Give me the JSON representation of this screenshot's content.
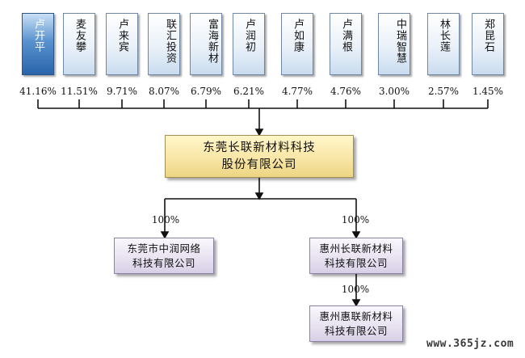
{
  "shareholders": [
    {
      "name": "卢开平",
      "pct": "41.16%"
    },
    {
      "name": "麦友攀",
      "pct": "11.51%"
    },
    {
      "name": "卢来宾",
      "pct": "9.71%"
    },
    {
      "name": "联汇投资",
      "pct": "8.07%"
    },
    {
      "name": "富海新材",
      "pct": "6.79%"
    },
    {
      "name": "卢润初",
      "pct": "6.21%"
    },
    {
      "name": "卢如康",
      "pct": "4.77%"
    },
    {
      "name": "卢满根",
      "pct": "4.76%"
    },
    {
      "name": "中瑞智慧",
      "pct": "3.00%"
    },
    {
      "name": "林长莲",
      "pct": "2.57%"
    },
    {
      "name": "郑昆石",
      "pct": "1.45%"
    }
  ],
  "parent": {
    "line1": "东莞长联新材料科技",
    "line2": "股份有限公司"
  },
  "subsidiaries": [
    {
      "line1": "东莞市中润网络",
      "line2": "科技有限公司",
      "pct": "100%"
    },
    {
      "line1": "惠州长联新材料",
      "line2": "科技有限公司",
      "pct": "100%"
    },
    {
      "line1": "惠州惠联新材料",
      "line2": "科技有限公司",
      "pct": "100%"
    }
  ],
  "watermark": "www.365jz.com",
  "colors": {
    "line": "#111111",
    "first_box": "#3a74bb",
    "parent_fill": "#f8e6a6",
    "sub_fill": "#e7e1f0"
  }
}
